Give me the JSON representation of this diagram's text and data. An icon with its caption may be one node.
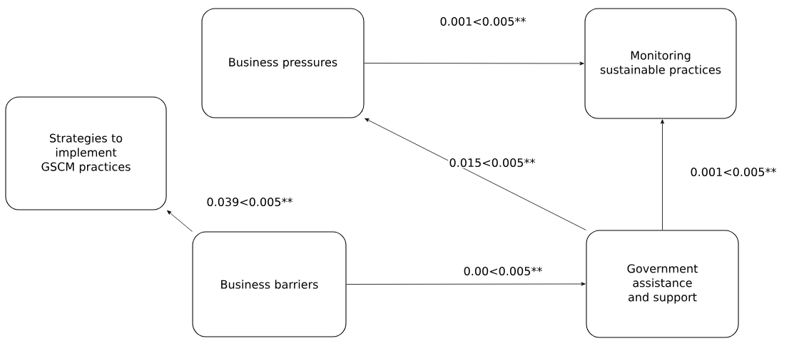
{
  "diagram": {
    "nodes": [
      {
        "text": [
          "Business pressures"
        ]
      },
      {
        "text": [
          "Monitoring sustainable practices"
        ]
      },
      {
        "text": [
          "Strategies to implement GSCM practices"
        ]
      },
      {
        "text": [
          "Business barriers"
        ]
      },
      {
        "text": [
          "Government assistance and support"
        ]
      }
    ],
    "edges": [
      {
        "from": 0,
        "to": 1,
        "arrow": "to",
        "label": "0.001<0.005**"
      },
      {
        "from": 4,
        "to": 0,
        "arrow": "to",
        "label": "0.015<0.005**"
      },
      {
        "from": 4,
        "to": 1,
        "arrow": "to",
        "label": "0.001<0.005**"
      },
      {
        "from": 3,
        "to": 2,
        "arrow": "to",
        "label": "0.039<0.005**"
      },
      {
        "from": 3,
        "to": 4,
        "arrow": "to",
        "label": "0.00<0.005**"
      }
    ]
  }
}
